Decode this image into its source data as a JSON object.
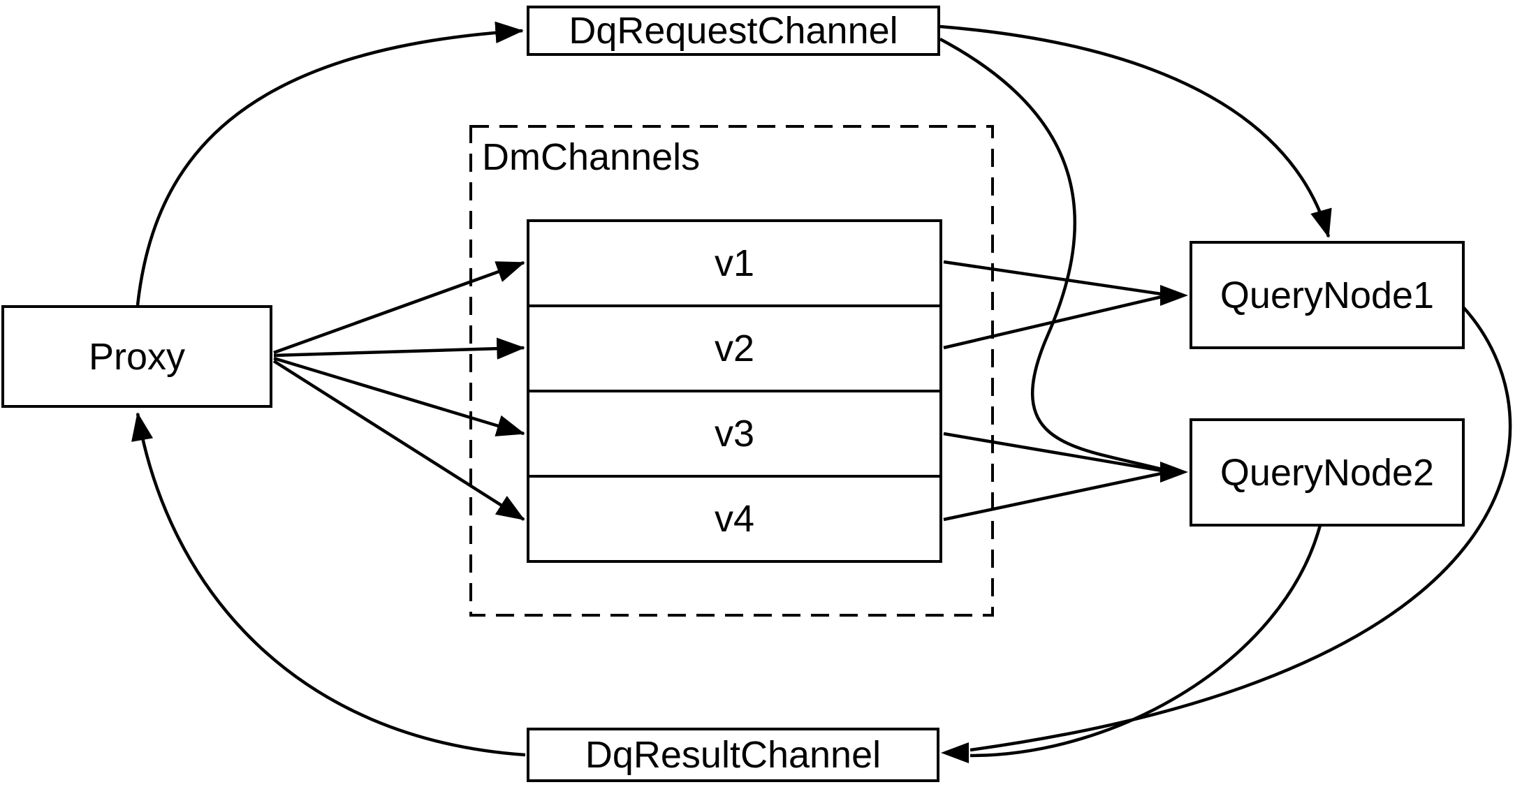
{
  "diagram": {
    "title": "",
    "colors": {
      "stroke": "#000000",
      "background": "#ffffff"
    },
    "nodes": {
      "proxy": {
        "label": "Proxy"
      },
      "dq_request_channel": {
        "label": "DqRequestChannel"
      },
      "dm_channels_group": {
        "label": "DmChannels"
      },
      "query_node_1": {
        "label": "QueryNode1"
      },
      "query_node_2": {
        "label": "QueryNode2"
      },
      "dq_result_channel": {
        "label": "DqResultChannel"
      }
    },
    "channels": [
      {
        "label": "v1"
      },
      {
        "label": "v2"
      },
      {
        "label": "v3"
      },
      {
        "label": "v4"
      }
    ],
    "edges": [
      {
        "from": "Proxy",
        "to": "DqRequestChannel"
      },
      {
        "from": "Proxy",
        "to": "v1"
      },
      {
        "from": "Proxy",
        "to": "v2"
      },
      {
        "from": "Proxy",
        "to": "v3"
      },
      {
        "from": "Proxy",
        "to": "v4"
      },
      {
        "from": "v1",
        "to": "QueryNode1"
      },
      {
        "from": "v2",
        "to": "QueryNode1"
      },
      {
        "from": "v3",
        "to": "QueryNode2"
      },
      {
        "from": "v4",
        "to": "QueryNode2"
      },
      {
        "from": "DqRequestChannel",
        "to": "QueryNode1"
      },
      {
        "from": "DqRequestChannel",
        "to": "QueryNode2"
      },
      {
        "from": "QueryNode1",
        "to": "DqResultChannel"
      },
      {
        "from": "QueryNode2",
        "to": "DqResultChannel"
      },
      {
        "from": "DqResultChannel",
        "to": "Proxy"
      }
    ]
  }
}
